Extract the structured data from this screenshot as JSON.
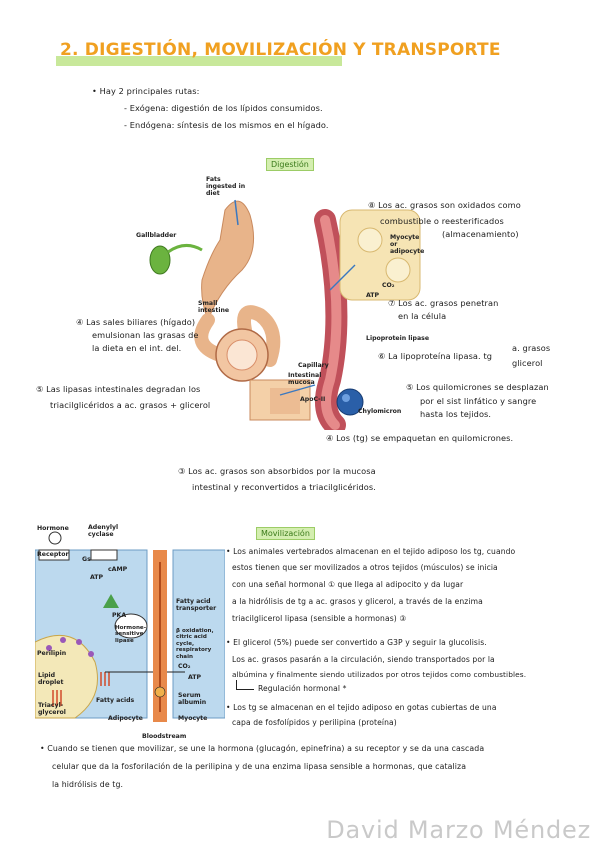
{
  "header": {
    "title": "2. DIGESTIÓN, MOVILIZACIÓN Y TRANSPORTE"
  },
  "intro": {
    "line1": "• Hay 2 principales rutas:",
    "line2": "- Exógena: digestión de los lípidos consumidos.",
    "line3": "- Endógena: síntesis de los mismos en el hígado."
  },
  "digestion": {
    "tag": "Digestión",
    "figure_labels": {
      "fats": "Fats ingested in diet",
      "gallbladder": "Gallbladder",
      "small_intestine": "Small intestine",
      "intestinal_mucosa": "Intestinal mucosa",
      "capillary": "Capillary",
      "apoc": "ApoC-II",
      "chylomicron": "Chylomicron",
      "lipoprotein_lipase": "Lipoprotein lipase",
      "myocyte": "Myocyte or adipocyte",
      "co2": "CO₂",
      "atp": "ATP"
    },
    "notes": {
      "n8_line1": "⑧ Los ac. grasos son oxidados como",
      "n8_line2": "combustible o reesterificados",
      "n8_line3": "(almacenamiento)",
      "n7_line1": "⑦ Los ac. grasos penetran",
      "n7_line2": "en la célula",
      "n6_main": "⑥ La lipoproteína lipasa. tg",
      "n6_branch1": "a. grasos",
      "n6_branch2": "glicerol",
      "n5_line1": "⑤ Los quilomicrones se desplazan",
      "n5_line2": "por el sist linfático y sangre",
      "n5_line3": "hasta los tejidos.",
      "n4": "④ Los (tg) se empaquetan en quilomicrones.",
      "n2_line1": "④ Las sales biliares (hígado)",
      "n2_line2": "emulsionan las grasas de",
      "n2_line3": "la dieta en el int. del.",
      "n3_line1": "⑤ Las lipasas intestinales degradan los",
      "n3_line2": "triacilglicéridos a ac. grasos + glicerol",
      "n3b_line1": "③ Los ac. grasos son absorbidos por la mucosa",
      "n3b_line2": "intestinal y reconvertidos a triacilglicéridos."
    }
  },
  "movilizacion": {
    "tag": "Movilización",
    "figure_labels": {
      "hormone": "Hormone",
      "adenylyl": "Adenylyl cyclase",
      "receptor": "Receptor",
      "gs": "Gs",
      "atp": "ATP",
      "camp": "cAMP",
      "pka": "PKA",
      "hsl": "Hormone-sensitive lipase",
      "perilipin": "Perilipin",
      "lipid_droplet": "Lipid droplet",
      "triacylglycerol": "Triacyl-glycerol",
      "fatty_acids": "Fatty acids",
      "adipocyte": "Adipocyte",
      "bloodstream": "Bloodstream",
      "transporter": "Fatty acid transporter",
      "oxidation": "β oxidation, citric acid cycle, respiratory chain",
      "co2": "CO₂",
      "atp2": "ATP",
      "serum_albumin": "Serum albumin",
      "myocyte": "Myocyte"
    },
    "notes": {
      "b1_l1": "• Los animales vertebrados almacenan en el tejido adiposo los tg, cuando",
      "b1_l2": "estos tienen que ser movilizados a otros tejidos (músculos) se inicia",
      "b1_l3": "con una señal hormonal ① que llega al adipocito y da lugar",
      "b1_l4": "a la hidrólisis de tg a ac. grasos y glicerol, a través de la enzima",
      "b1_l5": "triacilglicerol lipasa (sensible a hormonas) ③",
      "b2_l1": "• El glicerol (5%) puede ser convertido a G3P y seguir la glucolisis.",
      "b2_l2": "Los ac. grasos pasarán a la circulación, siendo transportados por la",
      "b2_l3": "albúmina y finalmente siendo utilizados por otros tejidos como combustibles.",
      "b2_l4": "Regulación hormonal *",
      "b3_l1": "• Los tg se almacenan en el tejido adiposo en gotas cubiertas de una",
      "b3_l2": "capa de fosfolípidos y perilipina (proteína)"
    }
  },
  "footer_note": {
    "l1": "• Cuando se tienen que movilizar, se une la hormona (glucagón, epinefrina) a su receptor y se da una cascada",
    "l2": "celular que da la fosforilación de la perilipina y de una enzima lipasa sensible a hormonas, que cataliza",
    "l3": "la hidrólisis de tg."
  },
  "watermark": "David Marzo Méndez",
  "colors": {
    "title": "#f0a020",
    "highlight": "#c8e89a",
    "tag_bg": "#d4eeb0",
    "intestine": "#e8b48a",
    "vessel": "#c0505a",
    "cell_blue": "#bcd9ee",
    "bloodstream": "#e8894a"
  }
}
